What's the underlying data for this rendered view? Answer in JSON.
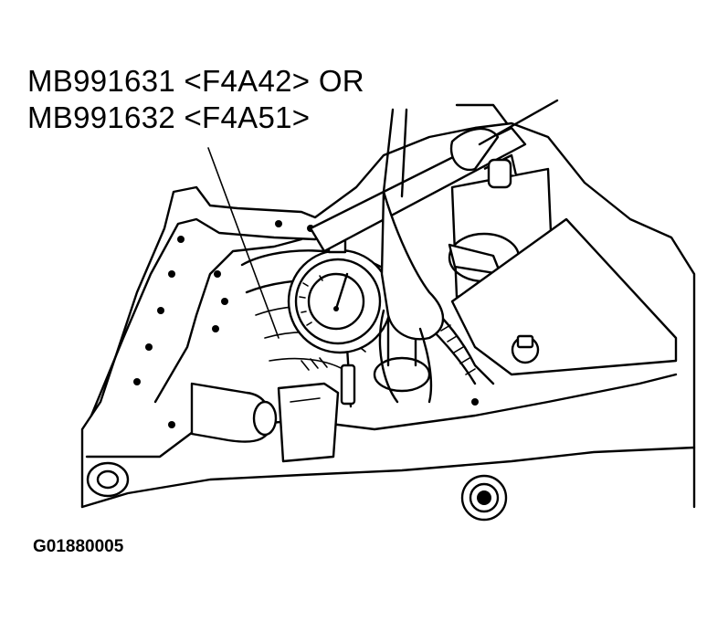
{
  "callouts": {
    "line1": "MB991631 <F4A42> OR",
    "line2": "MB991632 <F4A51>"
  },
  "figure_id": "G01880005",
  "colors": {
    "ink": "#000000",
    "paper": "#ffffff"
  }
}
